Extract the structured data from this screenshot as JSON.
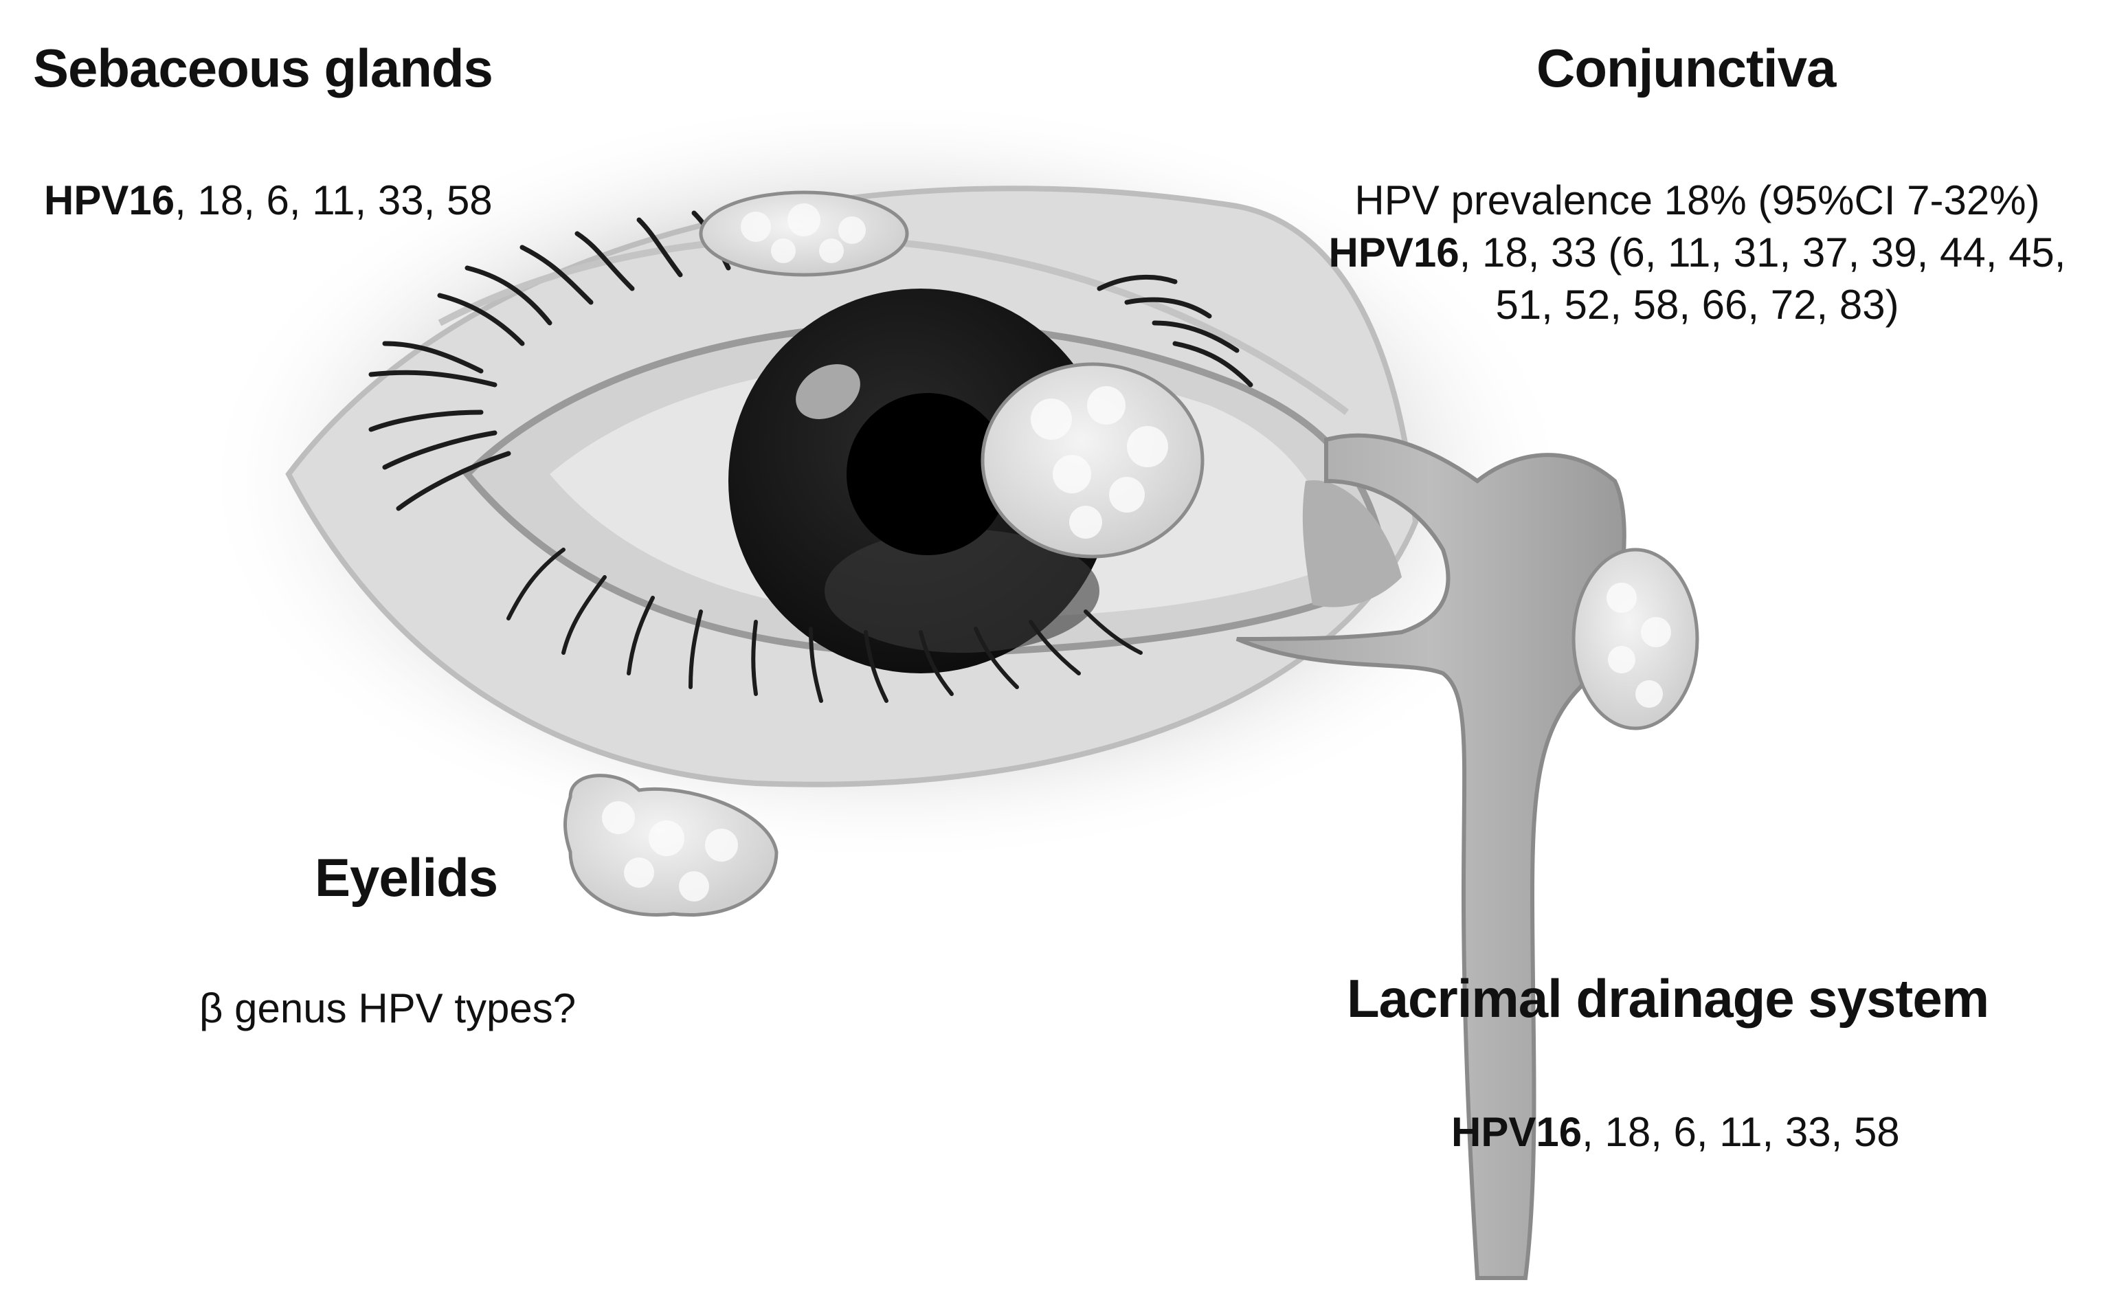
{
  "sebaceous": {
    "title": "Sebaceous glands",
    "types_bold": "HPV16",
    "types_rest": ", 18, 6, 11, 33, 58"
  },
  "conjunctiva": {
    "title": "Conjunctiva",
    "prevalence": "HPV prevalence 18% (95%CI 7-32%)",
    "types_bold": "HPV16",
    "types_rest": ", 18, 33 (6, 11, 31, 37, 39, 44, 45,",
    "types_line3": "51, 52, 58, 66, 72, 83)"
  },
  "eyelids": {
    "title": "Eyelids",
    "text": "β genus HPV types?"
  },
  "lacrimal": {
    "title": "Lacrimal drainage system",
    "types_bold": "HPV16",
    "types_rest": ", 18, 6, 11, 33, 58"
  }
}
